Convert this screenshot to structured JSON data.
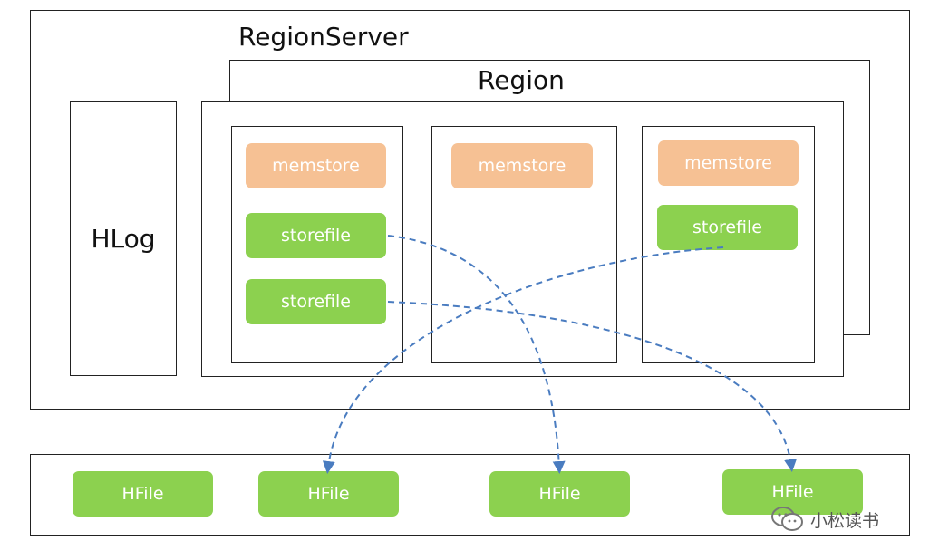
{
  "region_server": {
    "title": "RegionServer"
  },
  "region": {
    "title": "Region"
  },
  "hlog": {
    "label": "HLog"
  },
  "stores": [
    {
      "memstore": "memstore",
      "storefiles": [
        "storefile",
        "storefile"
      ]
    },
    {
      "memstore": "memstore",
      "storefiles": []
    },
    {
      "memstore": "memstore",
      "storefiles": [
        "storefile"
      ]
    }
  ],
  "hdfs": {
    "hfiles": [
      "HFile",
      "HFile",
      "HFile",
      "HFile"
    ]
  },
  "watermark": {
    "text": "小松读书"
  },
  "colors": {
    "storefile": "#8cd14f",
    "memstore": "#f6c194",
    "arrow": "#4a7cc0",
    "border": "#222222"
  }
}
